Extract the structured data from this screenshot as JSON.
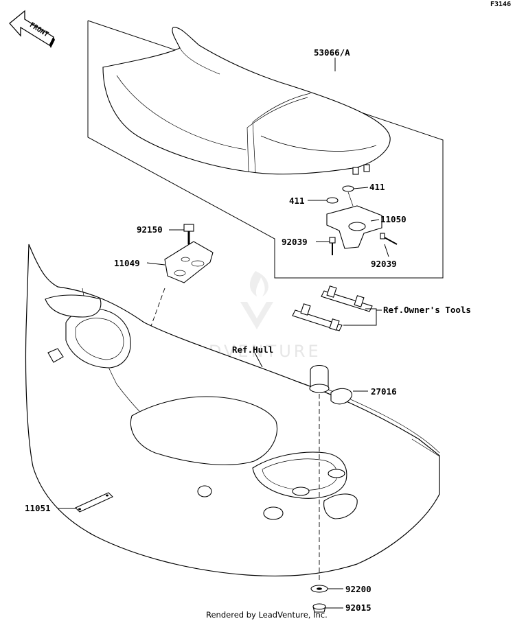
{
  "diagram": {
    "figure_code": "F3146",
    "front_marker": "FRONT",
    "watermark": "LEADVENTURE",
    "footer": "Rendered by LeadVenture, Inc.",
    "labels": {
      "seat": "53066/A",
      "spacer_right": "411",
      "spacer_left": "411",
      "bracket": "11050",
      "pin_left": "92039",
      "pin_right": "92039",
      "bolt": "92150",
      "plate": "11049",
      "tools_ref": "Ref.Owner's Tools",
      "hull_ref": "Ref.Hull",
      "knob": "27016",
      "strap_plate": "11051",
      "washer": "92200",
      "nut": "92015"
    }
  }
}
